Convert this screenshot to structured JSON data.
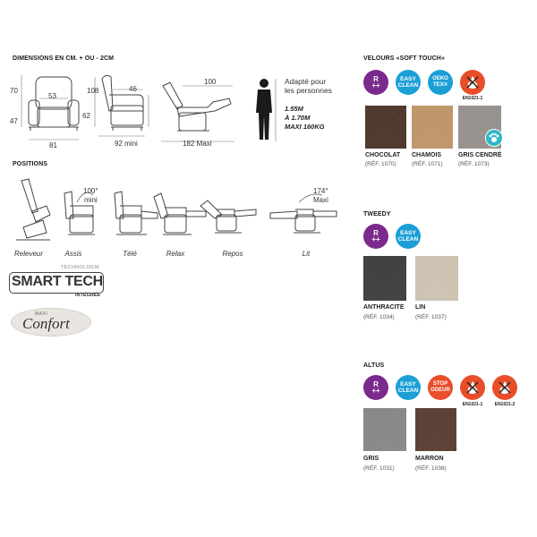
{
  "dimensions": {
    "title": "DIMENSIONS EN CM. + OU - 2CM",
    "front": {
      "height": "70",
      "seat_height": "47",
      "seat_width": "53",
      "width": "81"
    },
    "side": {
      "height": "108",
      "arm_height": "62",
      "depth": "46",
      "depth_mini": "92 mini"
    },
    "recline": {
      "length": "100",
      "maxi": "182 Maxi"
    },
    "person": {
      "line1": "Adapté pour",
      "line2": "les personnes",
      "range1": "1.55M",
      "range2": "À 1.70M",
      "weight": "MAXI 160KG"
    }
  },
  "positions": {
    "title": "POSITIONS",
    "assis_angle": "100°",
    "assis_angle_sub": "mini",
    "lit_angle": "174°",
    "lit_angle_sub": "Maxi",
    "items": [
      "Releveur",
      "Assis",
      "Télé",
      "Relax",
      "Repos",
      "Lit"
    ]
  },
  "smart_tech": {
    "top": "TECHNOLOGIE",
    "main": "SMART TECH",
    "bottom": "INTÉGRÉE"
  },
  "maxi_confort": {
    "top": "MAXI",
    "main": "Confort"
  },
  "fabrics": [
    {
      "title": "VELOURS «SOFT TOUCH»",
      "badges": [
        {
          "icon": "r-plus-icon",
          "text": "R\n++"
        },
        {
          "icon": "easy-clean-icon",
          "text": "EASY\nCLEAN"
        },
        {
          "icon": "oeko-tex-icon",
          "text": "OEKO\nTEX®"
        },
        {
          "icon": "fire-resistant-icon",
          "text": "",
          "label": "EN1021-1"
        }
      ],
      "swatches": [
        {
          "name": "CHOCOLAT",
          "ref": "(RÉF. 1070)",
          "color": "#4a3326"
        },
        {
          "name": "CHAMOIS",
          "ref": "(RÉF. 1071)",
          "color": "#c79a6a"
        },
        {
          "name": "GRIS CENDRÉ",
          "ref": "(RÉF. 1073)",
          "color": "#9c9590"
        }
      ]
    },
    {
      "title": "TWEEDY",
      "badges": [
        {
          "icon": "r-plus-icon",
          "text": "R\n++"
        },
        {
          "icon": "easy-clean-icon",
          "text": "EASY\nCLEAN"
        }
      ],
      "swatches": [
        {
          "name": "ANTHRACITE",
          "ref": "(RÉF. 1034)",
          "color": "#3b3b3b"
        },
        {
          "name": "LIN",
          "ref": "(RÉF. 1037)",
          "color": "#d6cbb9"
        }
      ]
    },
    {
      "title": "ALTUS",
      "badges": [
        {
          "icon": "r-plus-icon",
          "text": "R\n++"
        },
        {
          "icon": "easy-clean-icon",
          "text": "EASY\nCLEAN"
        },
        {
          "icon": "stop-odeur-icon",
          "text": "STOP\nODEUR"
        },
        {
          "icon": "fire-resistant-icon",
          "text": "",
          "label": "EN1021-1"
        },
        {
          "icon": "fire-resistant-icon",
          "text": "",
          "label": "EN1021-2"
        }
      ],
      "swatches": [
        {
          "name": "GRIS",
          "ref": "(RÉF. 1031)",
          "color": "#8b8a8c"
        },
        {
          "name": "MARRON",
          "ref": "(RÉF. 1038)",
          "color": "#5a3a2e"
        }
      ]
    }
  ]
}
